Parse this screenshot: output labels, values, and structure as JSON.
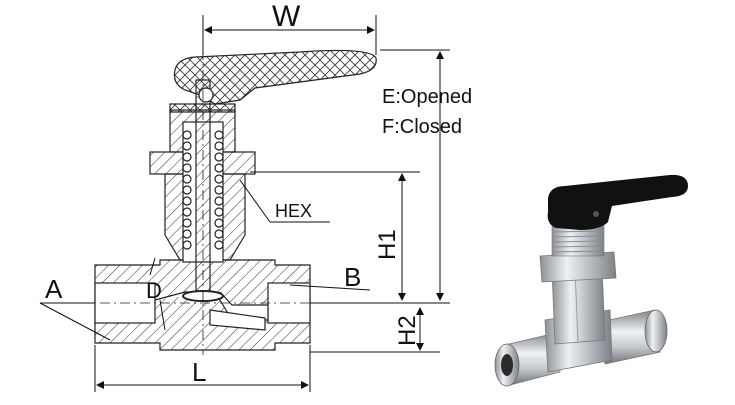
{
  "labels": {
    "w": "W",
    "e_opened": "E:Opened",
    "f_closed": "F:Closed",
    "hex": "HEX",
    "h1": "H1",
    "h2": "H2",
    "a": "A",
    "b": "B",
    "d": "D",
    "l": "L"
  },
  "photo": {
    "handle_color": "#111111",
    "body_color": "#c9ccd0"
  }
}
